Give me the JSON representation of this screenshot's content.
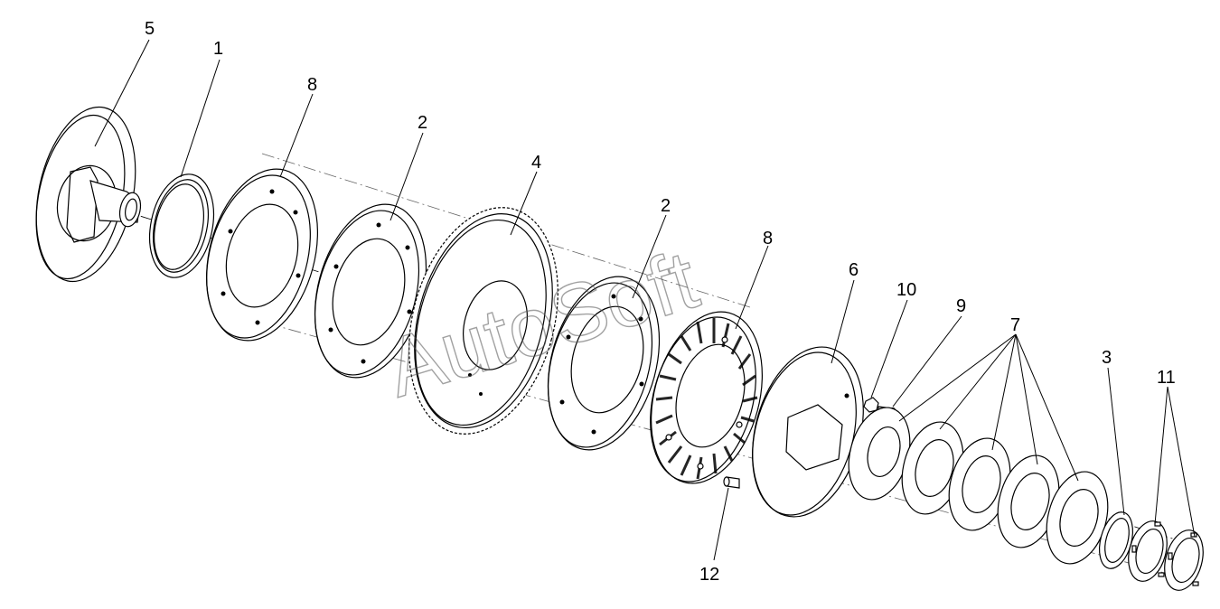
{
  "watermark": "AutoSoft",
  "colors": {
    "line": "#000000",
    "background": "#ffffff",
    "watermark": "#555555"
  },
  "part_labels": [
    {
      "id": "label-5",
      "text": "5"
    },
    {
      "id": "label-1",
      "text": "1"
    },
    {
      "id": "label-8a",
      "text": "8"
    },
    {
      "id": "label-2a",
      "text": "2"
    },
    {
      "id": "label-4",
      "text": "4"
    },
    {
      "id": "label-2b",
      "text": "2"
    },
    {
      "id": "label-8b",
      "text": "8"
    },
    {
      "id": "label-6",
      "text": "6"
    },
    {
      "id": "label-10",
      "text": "10"
    },
    {
      "id": "label-9",
      "text": "9"
    },
    {
      "id": "label-7",
      "text": "7"
    },
    {
      "id": "label-3",
      "text": "3"
    },
    {
      "id": "label-11",
      "text": "11"
    },
    {
      "id": "label-12",
      "text": "12"
    }
  ]
}
